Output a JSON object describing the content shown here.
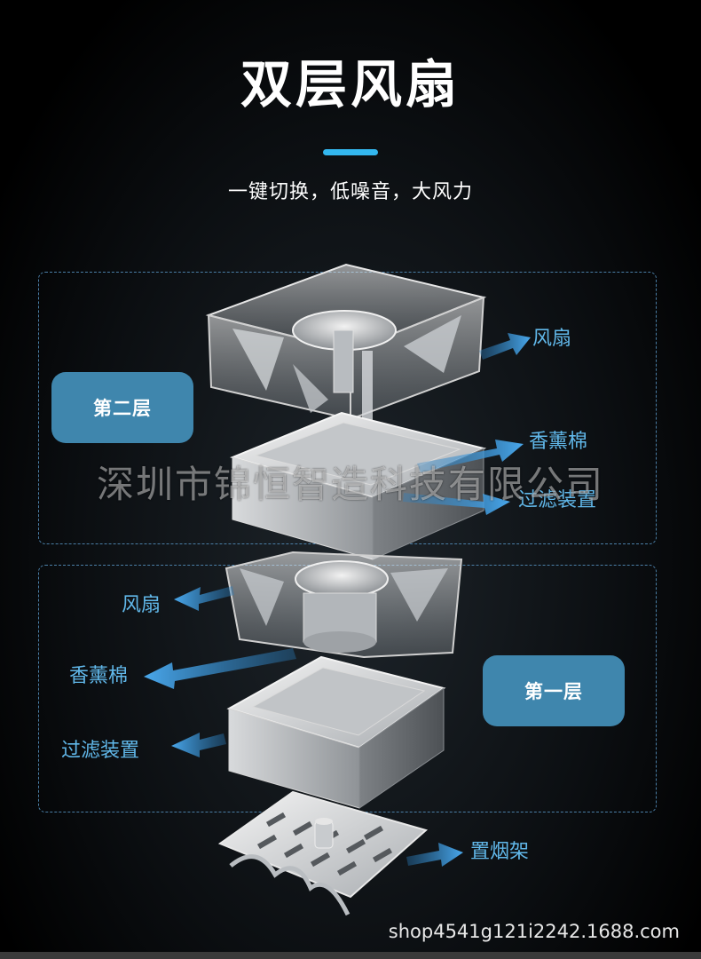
{
  "title": "双层风扇",
  "subtitle": "一键切换，低噪音，大风力",
  "colors": {
    "accent": "#33b7ee",
    "badge": "#3f86ad",
    "callout": "#61b8ea",
    "arrow": "#3c95d6"
  },
  "layers": {
    "second": {
      "badge": "第二层",
      "callouts": {
        "fan": "风扇",
        "aroma_cotton": "香薰棉",
        "filter": "过滤装置"
      }
    },
    "first": {
      "badge": "第一层",
      "callouts": {
        "fan": "风扇",
        "aroma_cotton": "香薰棉",
        "filter": "过滤装置"
      }
    }
  },
  "stand_label": "置烟架",
  "watermark": "深圳市锦恒智造科技有限公司",
  "shop_url": "shop4541g121i2242.1688.com"
}
